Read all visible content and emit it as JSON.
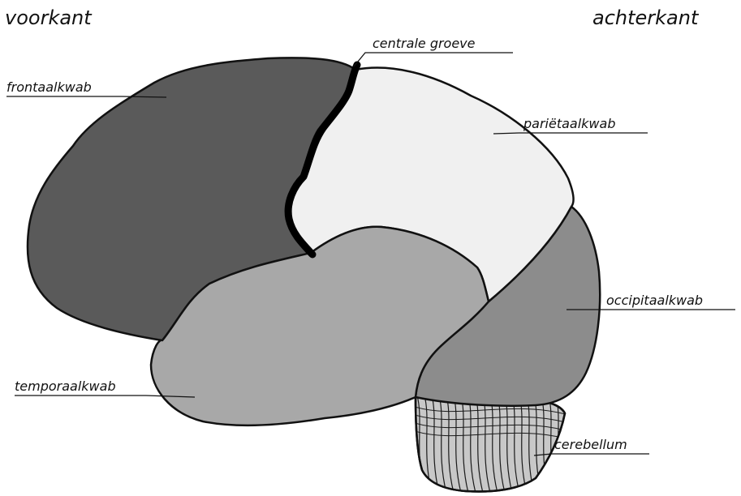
{
  "orientation": {
    "front": "voorkant",
    "back": "achterkant"
  },
  "labels": {
    "central_sulcus": "centrale groeve",
    "frontal": "frontaalkwab",
    "parietal": "pariëtaalkwab",
    "occipital": "occipitaalkwab",
    "temporal": "temporaalkwab",
    "cerebellum": "cerebellum"
  },
  "colors": {
    "frontal": "#5a5a5a",
    "parietal": "#f0f0f0",
    "occipital": "#8c8c8c",
    "temporal": "#a8a8a8",
    "cerebellum": "#c8c8c8",
    "outline": "#111111",
    "background": "#ffffff"
  }
}
